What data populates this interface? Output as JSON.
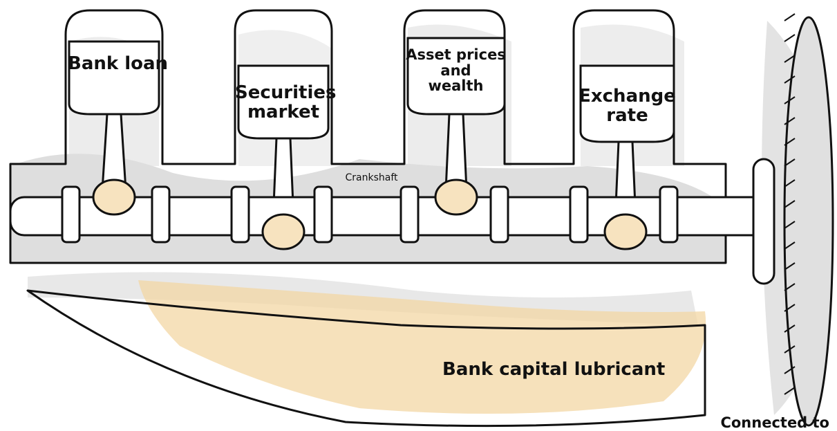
{
  "pistons": [
    {
      "id": "bank-loan",
      "label": "Bank loan"
    },
    {
      "id": "securities-market",
      "label": "Securities\nmarket"
    },
    {
      "id": "asset-prices",
      "label": "Asset prices\nand\nwealth"
    },
    {
      "id": "exchange-rate",
      "label": "Exchange\nrate"
    }
  ],
  "crankshaft_label": "Crankshaft",
  "oil_pan_label": "Bank capital lubricant",
  "flywheel_caption_partial": "Connected to",
  "colors": {
    "ink": "#111111",
    "shade": "#d9d9d9",
    "oil": "#f3d7a4",
    "bearing": "#f7e3bf"
  }
}
